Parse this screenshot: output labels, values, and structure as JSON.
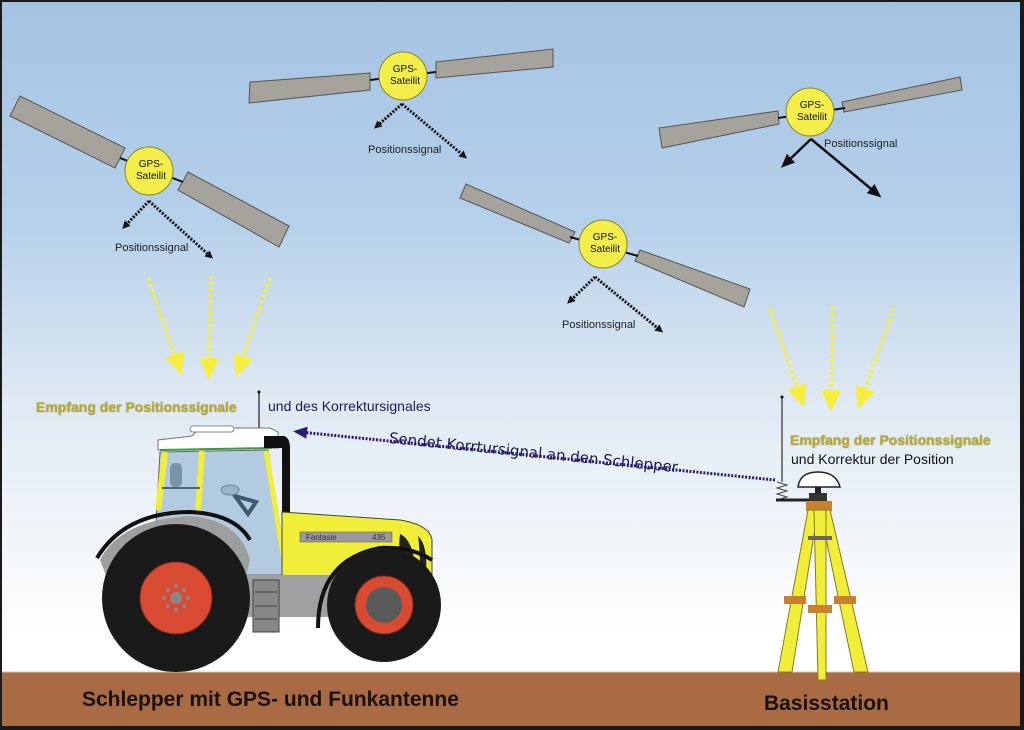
{
  "colors": {
    "sky_top": "#a4c3e2",
    "satellite_body": "#f4ee4a",
    "solar_panel": "#a6a29c",
    "signal_yellow": "#f7ee3d",
    "ground": "#a86b44",
    "label_gold": "#b9ad34",
    "label_navy": "#1c1a5c",
    "tractor_yellow": "#f1ee3a",
    "wheel_rim": "#d84a32"
  },
  "satellites": [
    {
      "label_line1": "GPS-",
      "label_line2": "Sateilit",
      "signal_label": "Positionssignal"
    },
    {
      "label_line1": "GPS-",
      "label_line2": "Sateilit",
      "signal_label": "Positionssignal"
    },
    {
      "label_line1": "GPS-",
      "label_line2": "Sateilit",
      "signal_label": "Positionssignal"
    },
    {
      "label_line1": "GPS-",
      "label_line2": "Sateilit",
      "signal_label": "Positionssignal"
    }
  ],
  "tractor": {
    "reception_label": "Empfang der Positionssignale",
    "correction_label": "und des Korrektursignales",
    "model_name": "Fantasie",
    "model_number": "435",
    "caption": "Schlepper mit GPS- und Funkantenne"
  },
  "radio_link": {
    "label": "Sendet Korrtursignal an den Schlepper"
  },
  "base_station": {
    "reception_label": "Empfang der Positionssignale",
    "correction_label": "und Korrektur der Position",
    "caption": "Basisstation"
  }
}
